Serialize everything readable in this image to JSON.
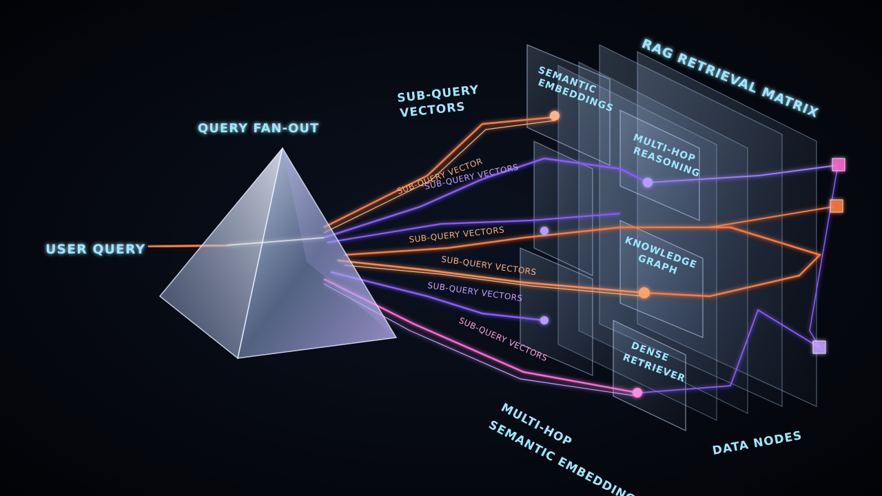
{
  "colors": {
    "background": "#05070c",
    "label_cyan": "#9ee7ff",
    "orange": "#ff7a3c",
    "violet": "#8a5cff",
    "pink": "#ff6ad5",
    "glass": "#a8c4e6"
  },
  "labels": {
    "user_query": "USER QUERY",
    "query_fan_out": "QUERY FAN-OUT",
    "sub_query_vectors_top_1": "SUB-QUERY",
    "sub_query_vectors_top_2": "VECTORS",
    "rag_title": "RAG RETRIEVAL MATRIX",
    "data_nodes": "DATA NODES",
    "bottom_line_1": "MULTI-HOP",
    "bottom_line_2": "SEMANTIC EMBEDDINGS"
  },
  "beam_labels": {
    "b1": "SUB-QUERY VECTOR",
    "b2": "SUB-QUERY VECTORS",
    "b3": "SUB-QUERY VECTORS",
    "b4": "SUB-QUERY VECTORS",
    "b5": "SUB-QUERY VECTORS",
    "b6": "SUB-QUERY VECTORS"
  },
  "panels": {
    "semantic_1": "SEMANTIC",
    "semantic_2": "EMBEDDINGS",
    "multihop_1": "MULTI-HOP",
    "multihop_2": "REASONING",
    "knowledge_1": "KNOWLEDGE",
    "knowledge_2": "GRAPH",
    "dense_1": "DENSE",
    "dense_2": "RETRIEVER"
  }
}
